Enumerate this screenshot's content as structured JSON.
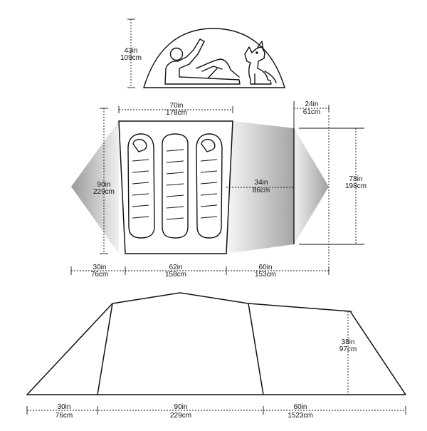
{
  "side_view": {
    "height_in": "43in",
    "height_cm": "109cm",
    "icons": [
      "person-lying-icon",
      "dog-sitting-icon"
    ]
  },
  "floor_plan": {
    "top_width_in": "70in",
    "top_width_cm": "178cm",
    "length_in": "90in",
    "length_cm": "229cm",
    "vestibule_depth_in": "34in",
    "vestibule_depth_cm": "86cm",
    "door_offset_in": "24in",
    "door_offset_cm": "61cm",
    "door_height_in": "78in",
    "door_height_cm": "198cm",
    "bottom_left_in": "30in",
    "bottom_left_cm": "76cm",
    "bottom_mid_in": "62in",
    "bottom_mid_cm": "158cm",
    "bottom_right_in": "60in",
    "bottom_right_cm": "153cm",
    "sleeping_bags": 3
  },
  "front_view": {
    "height_in": "38in",
    "height_cm": "97cm",
    "left_in": "30in",
    "left_cm": "76cm",
    "mid_in": "90in",
    "mid_cm": "229cm",
    "right_in": "60in",
    "right_cm": "1523cm"
  },
  "colors": {
    "line": "#111111",
    "shade_dark": "#9a9a9a",
    "shade_light": "#f2f2f2"
  }
}
